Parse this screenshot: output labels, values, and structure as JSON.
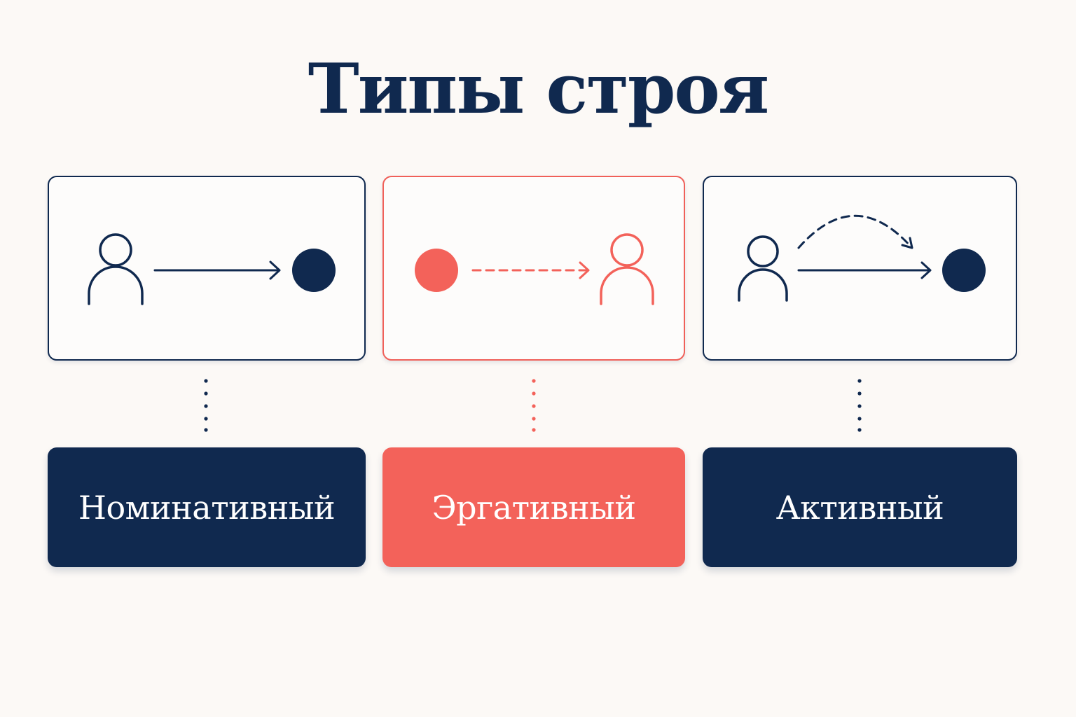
{
  "title": "Типы строя",
  "colors": {
    "navy": "#10294f",
    "coral": "#f3625a",
    "background": "#fcf9f6"
  },
  "types": [
    {
      "label": "Номинативный",
      "color": "#10294f",
      "diagram": [
        "person-icon",
        "solid-arrow",
        "filled-circle-icon"
      ]
    },
    {
      "label": "Эргативный",
      "color": "#f3625a",
      "diagram": [
        "filled-circle-icon",
        "dashed-arrow",
        "person-icon"
      ]
    },
    {
      "label": "Активный",
      "color": "#10294f",
      "diagram": [
        "person-icon",
        "dashed-curved-arrow",
        "solid-arrow",
        "filled-circle-icon"
      ]
    }
  ]
}
